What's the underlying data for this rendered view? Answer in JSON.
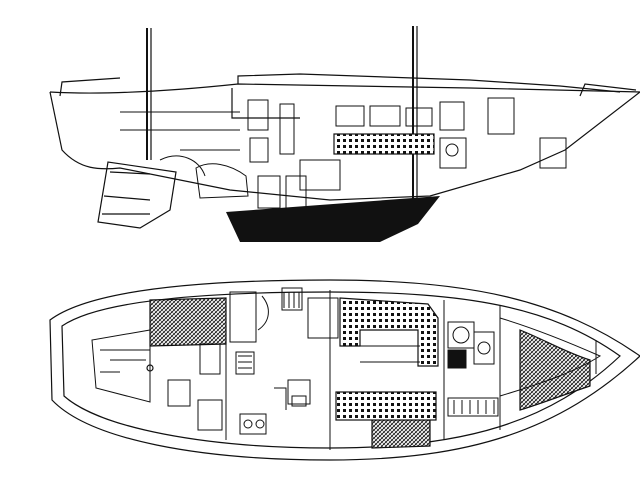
{
  "diagram": {
    "views": [
      {
        "id": "profile",
        "name": "profile-view"
      },
      {
        "id": "plan",
        "name": "plan-view"
      }
    ],
    "colors": {
      "line": "#111111",
      "fill_dark": "#111111",
      "background": "#ffffff"
    }
  }
}
